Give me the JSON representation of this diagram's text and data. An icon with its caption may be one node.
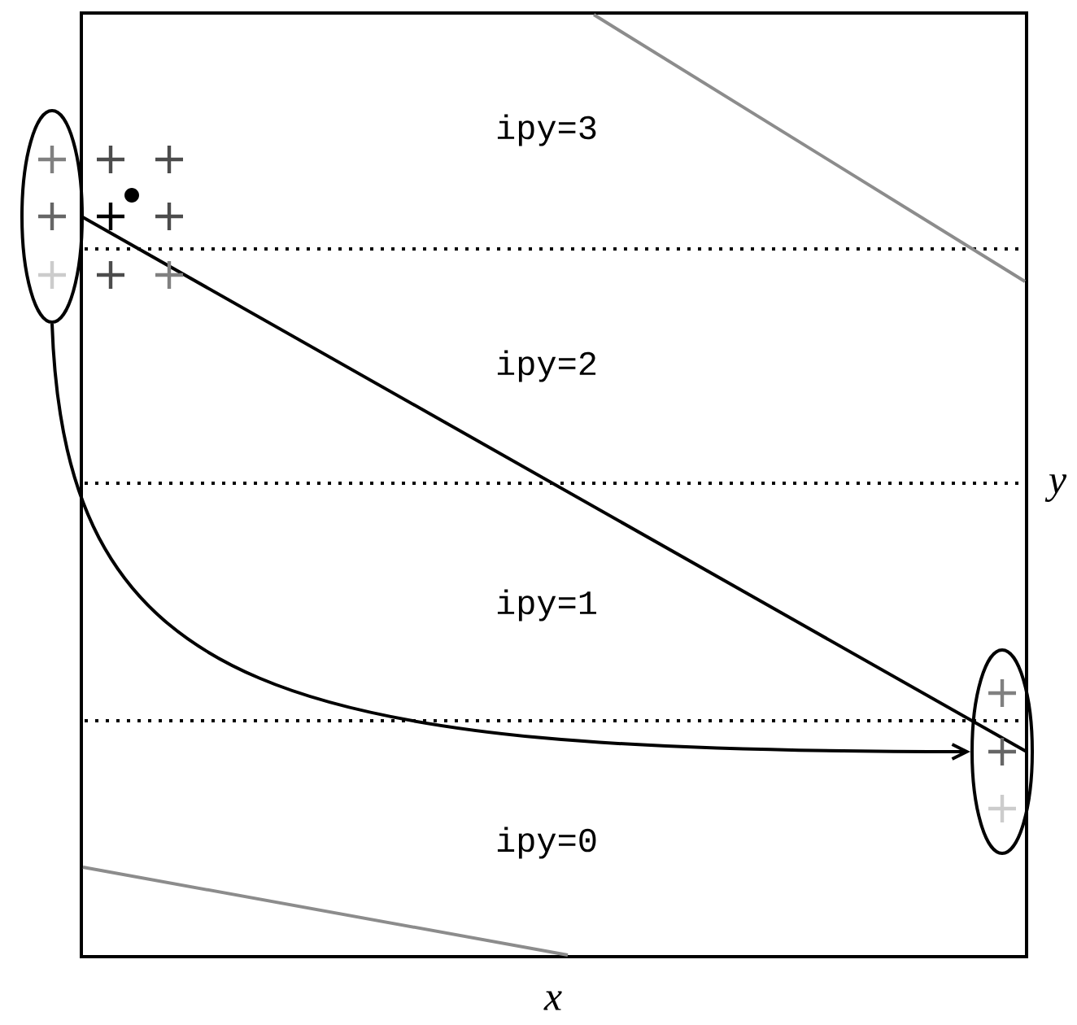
{
  "diagram": {
    "nodes": [
      {
        "text": [],
        "shape": "ellipse"
      },
      {
        "text": [],
        "shape": "ellipse"
      }
    ],
    "edges": [
      {
        "from": 0,
        "to": 1,
        "arrow": "to"
      }
    ],
    "labels": [
      "ipy=3",
      "ipy=2",
      "ipy=1",
      "ipy=0",
      "y",
      "x"
    ]
  }
}
